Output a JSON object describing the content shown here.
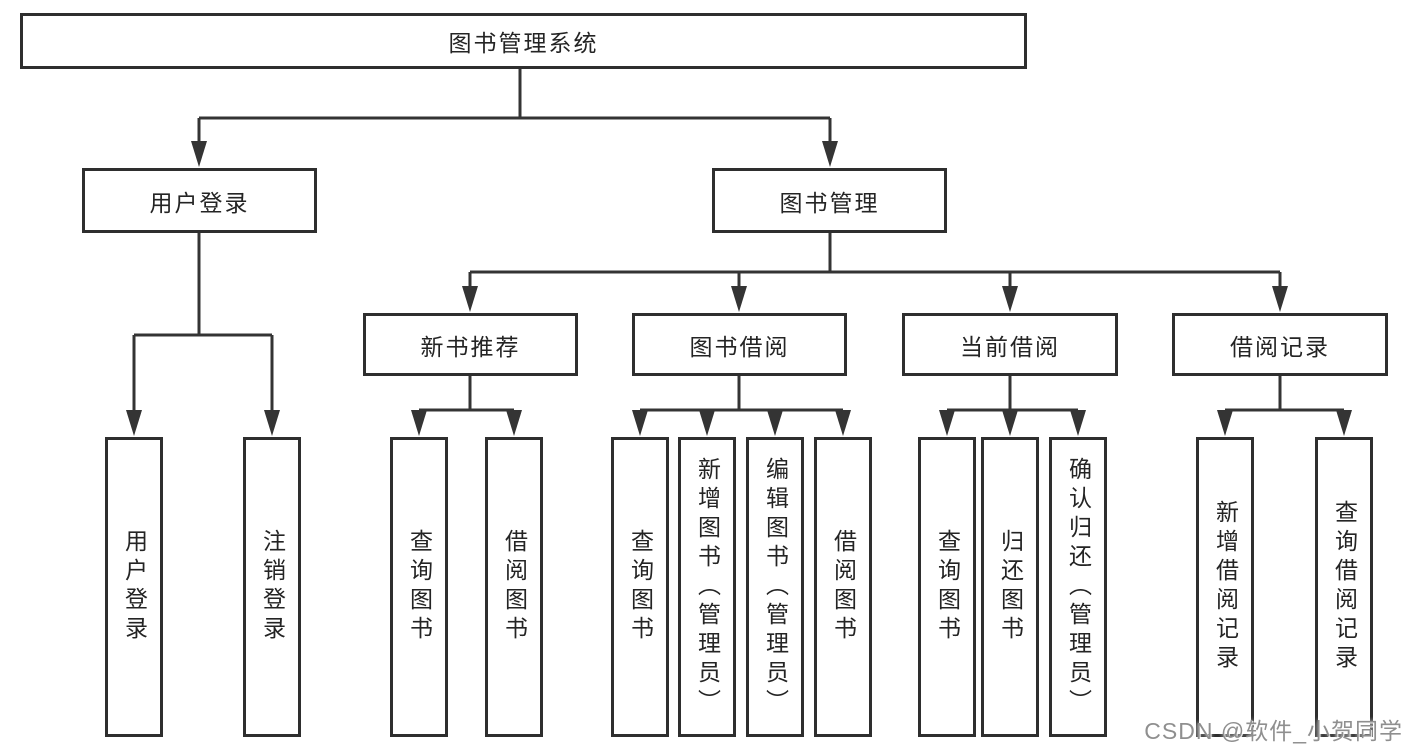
{
  "diagram": {
    "colors": {
      "line": "#343434",
      "box_border": "#2e2e2e",
      "box_background": "#ffffff",
      "text": "#242424",
      "watermark_text": "#8f8f8f"
    },
    "watermark": "CSDN @软件_小贺同学",
    "tree": {
      "root": "图书管理系统",
      "children": [
        {
          "label": "用户登录",
          "children": [
            {
              "label": "用户登录"
            },
            {
              "label": "注销登录"
            }
          ]
        },
        {
          "label": "图书管理",
          "children": [
            {
              "label": "新书推荐",
              "children": [
                {
                  "label": "查询图书"
                },
                {
                  "label": "借阅图书"
                }
              ]
            },
            {
              "label": "图书借阅",
              "children": [
                {
                  "label": "查询图书"
                },
                {
                  "label": "新增图书（管理员）"
                },
                {
                  "label": "编辑图书（管理员）"
                },
                {
                  "label": "借阅图书"
                }
              ]
            },
            {
              "label": "当前借阅",
              "children": [
                {
                  "label": "查询图书"
                },
                {
                  "label": "归还图书"
                },
                {
                  "label": "确认归还（管理员）"
                }
              ]
            },
            {
              "label": "借阅记录",
              "children": [
                {
                  "label": "新增借阅记录"
                },
                {
                  "label": "查询借阅记录"
                }
              ]
            }
          ]
        }
      ]
    }
  }
}
